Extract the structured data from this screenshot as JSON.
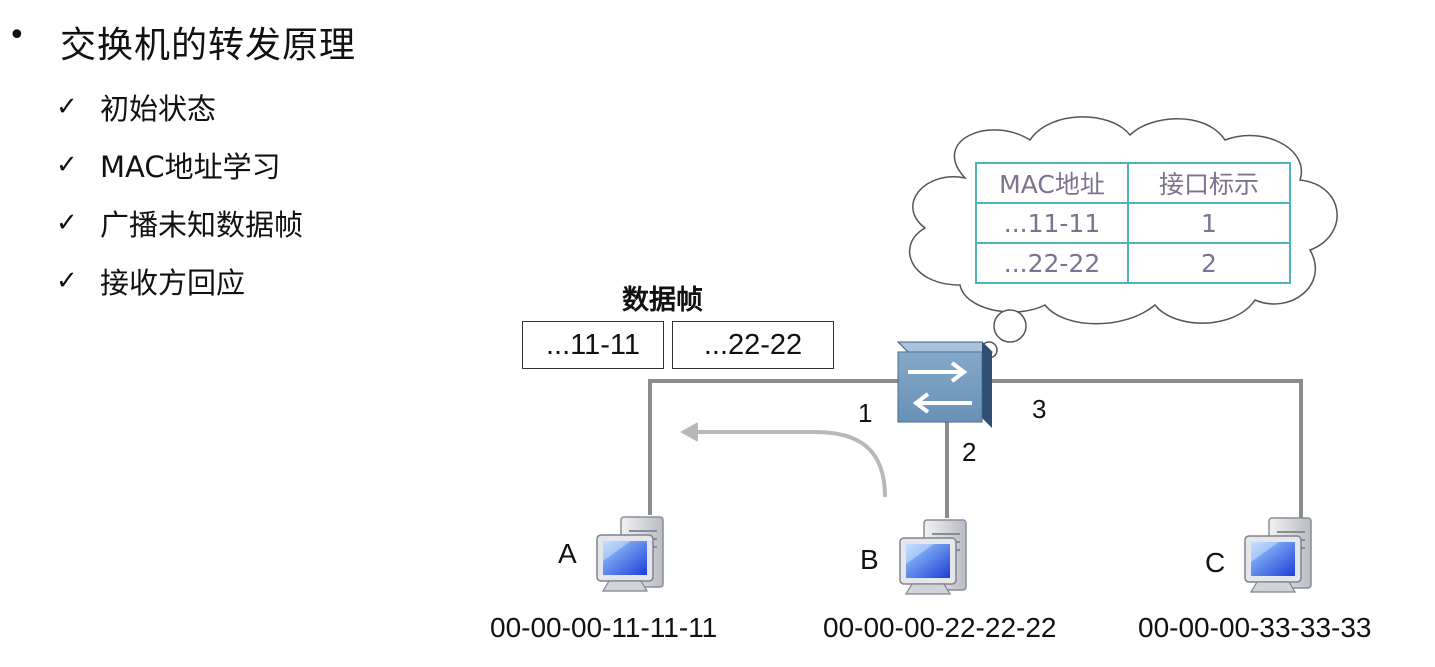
{
  "title": "交换机的转发原理",
  "steps": [
    "初始状态",
    "MAC地址学习",
    "广播未知数据帧",
    "接收方回应"
  ],
  "check_glyph": "✓",
  "bullet_glyph": "•",
  "frame": {
    "label": "数据帧",
    "dest": "...11-11",
    "src": "...22-22"
  },
  "mac_table": {
    "headers": [
      "MAC地址",
      "接口标示"
    ],
    "rows": [
      [
        "...11-11",
        "1"
      ],
      [
        "...22-22",
        "2"
      ]
    ]
  },
  "ports": {
    "p1": "1",
    "p2": "2",
    "p3": "3"
  },
  "hosts": [
    {
      "name": "A",
      "mac": "00-00-00-11-11-11"
    },
    {
      "name": "B",
      "mac": "00-00-00-22-22-22"
    },
    {
      "name": "C",
      "mac": "00-00-00-33-33-33"
    }
  ],
  "colors": {
    "table_border": "#4fb4b8",
    "table_text": "#7d7290",
    "link_line": "#8c8c8c",
    "switch_body": "#5a86ad"
  }
}
